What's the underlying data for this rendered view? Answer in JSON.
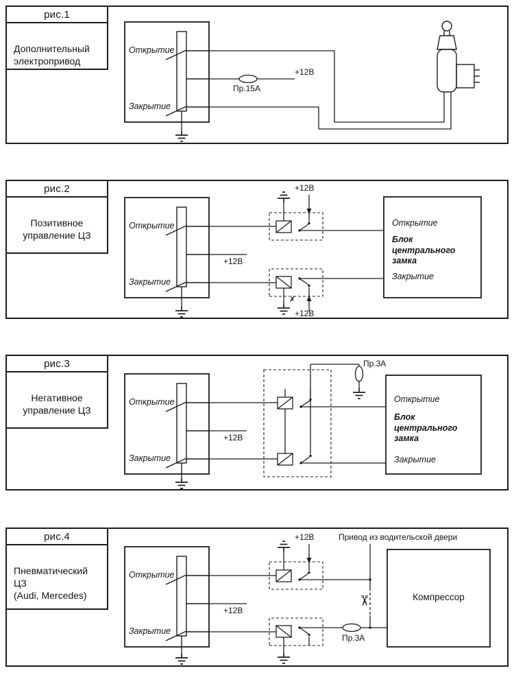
{
  "colors": {
    "ink": "#1c1c1c",
    "paper": "#ffffff"
  },
  "icons": {
    "scissors": "✂",
    "cut_mark": "✗"
  },
  "figures": [
    {
      "label": "рис.1",
      "title_lines": [
        "Дополнительный",
        "электропривод"
      ],
      "switch": {
        "open": "Открытие",
        "close": "Закрытие"
      },
      "fuse_label": "Пр.15А",
      "v12_mid": "+12В"
    },
    {
      "label": "рис.2",
      "title_lines": [
        "Позитивное",
        "управление ЦЗ"
      ],
      "switch": {
        "open": "Открытие",
        "close": "Закрытие"
      },
      "v12_top": "+12В",
      "v12_mid": "+12В",
      "v12_bottom": "+12В",
      "block": {
        "open": "Открытие",
        "name_lines": [
          "Блок",
          "центрального",
          "замка"
        ],
        "close": "Закрытие"
      }
    },
    {
      "label": "рис.3",
      "title_lines": [
        "Негативное",
        "управление ЦЗ"
      ],
      "switch": {
        "open": "Открытие",
        "close": "Закрытие"
      },
      "v12_mid": "+12В",
      "fuse_label": "Пр.3А",
      "block": {
        "open": "Открытие",
        "name_lines": [
          "Блок",
          "центрального",
          "замка"
        ],
        "close": "Закрытие"
      }
    },
    {
      "label": "рис.4",
      "title_lines": [
        "Пневматический",
        "ЦЗ",
        "(Audi, Mercedes)"
      ],
      "switch": {
        "open": "Открытие",
        "close": "Закрытие"
      },
      "note": "Привод из водительской двери",
      "v12_top": "+12В",
      "v12_mid": "+12В",
      "fuse_label": "Пр.3А",
      "block": {
        "name": "Компрессор"
      }
    }
  ]
}
